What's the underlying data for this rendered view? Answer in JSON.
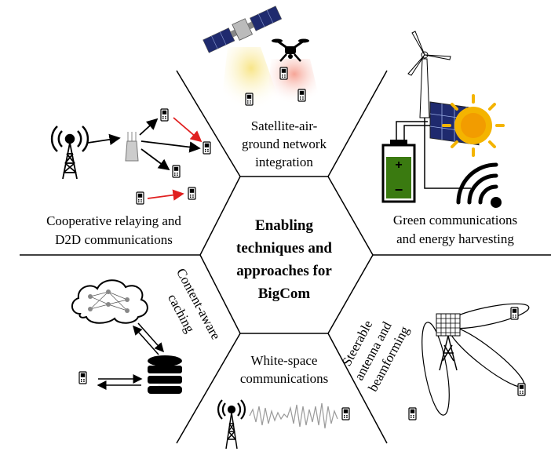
{
  "center": {
    "lines": [
      "Enabling",
      "techniques and",
      "approaches for",
      "BigCom"
    ]
  },
  "segments": {
    "satellite": {
      "lines": [
        "Satellite-air-",
        "ground network",
        "integration"
      ]
    },
    "green": {
      "lines": [
        "Green communications",
        "and energy harvesting"
      ]
    },
    "steerable": {
      "lines": [
        "Steerable",
        "antenna and",
        "beamforming"
      ]
    },
    "whitespace": {
      "lines": [
        "White-space",
        "communications"
      ]
    },
    "caching": {
      "lines": [
        "Content-aware",
        "caching"
      ]
    },
    "relaying": {
      "lines": [
        "Cooperative relaying and",
        "D2D communications"
      ]
    }
  },
  "colors": {
    "line": "#000000",
    "red_arrow": "#e02020",
    "satellite_panel": "#1f2a6e",
    "sun": "#f4b400",
    "sun_core": "#f08c00",
    "battery_fill": "#3a7a10",
    "uav_beam_yellow": "#f7e27a",
    "uav_beam_red": "#f59a8a",
    "waveform": "#9a9a9a"
  },
  "icons": [
    "satellite-icon",
    "drone-icon",
    "wind-turbine-icon",
    "solar-panel-icon",
    "sun-icon",
    "battery-icon",
    "wireless-charging-icon",
    "cell-tower-icon",
    "phone-icon",
    "cloud-icon",
    "database-icon",
    "array-antenna-icon",
    "waveform-icon"
  ]
}
